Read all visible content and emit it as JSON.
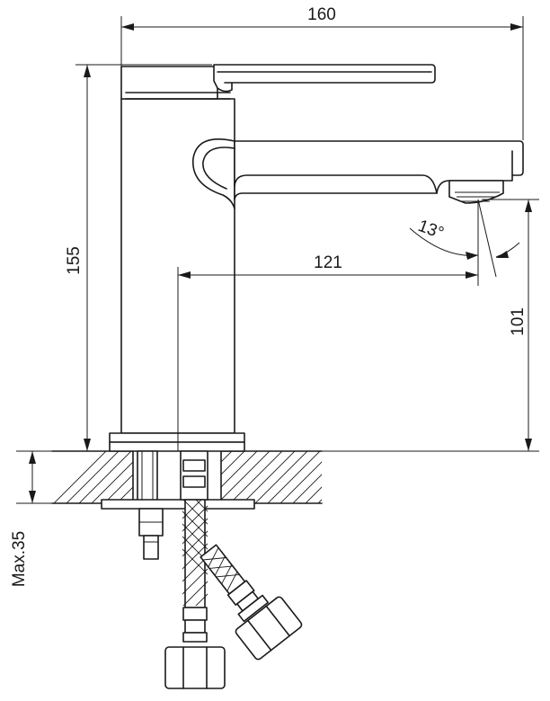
{
  "dimensions": {
    "overall_width": "160",
    "overall_height": "155",
    "spout_reach": "121",
    "spout_height": "101",
    "aerator_angle": "13°",
    "max_counter_thickness": "Max.35"
  }
}
